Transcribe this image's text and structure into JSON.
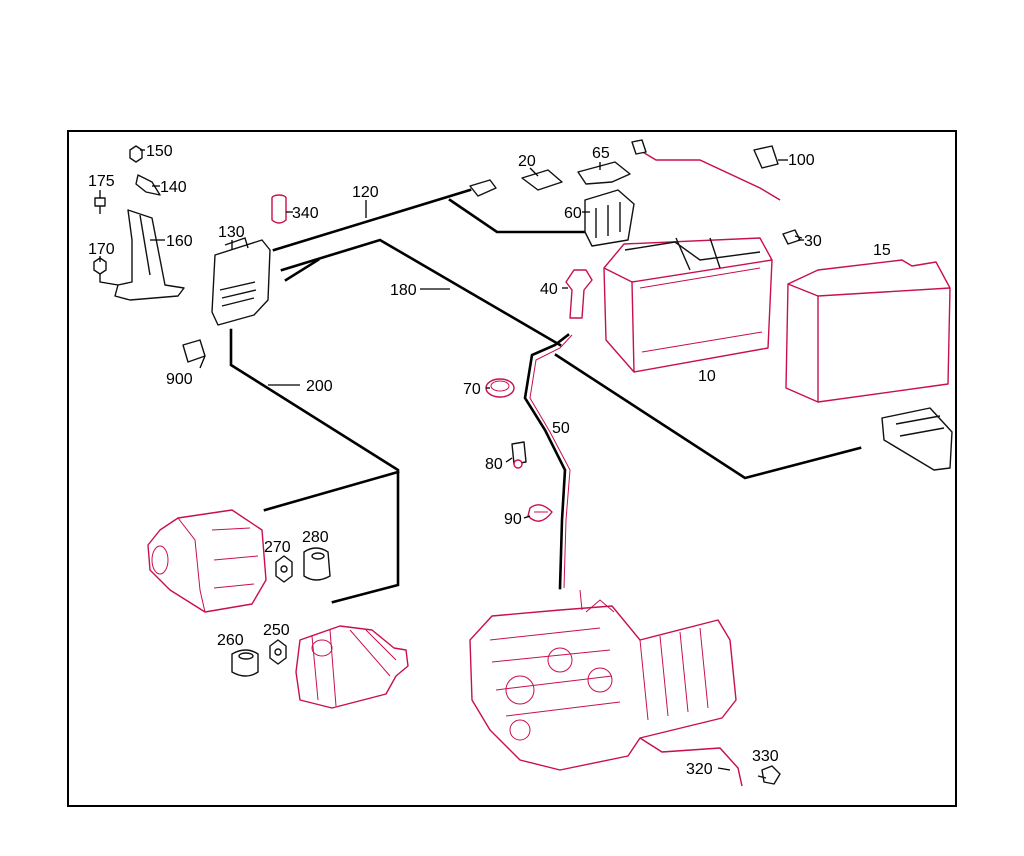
{
  "diagram": {
    "callouts": {
      "c150": "150",
      "c175": "175",
      "c140": "140",
      "c160": "160",
      "c170": "170",
      "c130": "130",
      "c340": "340",
      "c120": "120",
      "c20": "20",
      "c65": "65",
      "c100": "100",
      "c60": "60",
      "c30": "30",
      "c15": "15",
      "c40": "40",
      "c180": "180",
      "c10": "10",
      "c900": "900",
      "c200": "200",
      "c70": "70",
      "c50": "50",
      "c80": "80",
      "c90": "90",
      "c270": "270",
      "c280": "280",
      "c260": "260",
      "c250": "250",
      "c320": "320",
      "c330": "330"
    }
  }
}
